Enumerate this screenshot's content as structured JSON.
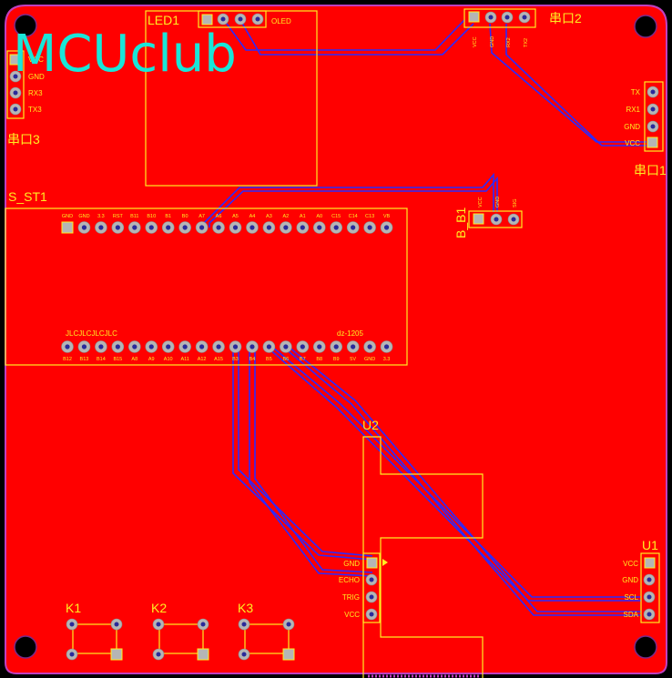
{
  "board": {
    "logo": "MCUclub",
    "colors": {
      "copper": "#ff0000",
      "silkscreen": "#ffee22",
      "trace": "#2a2aff",
      "logo": "#19e6d8"
    }
  },
  "led1": {
    "ref": "LED1",
    "name": "OLED"
  },
  "conn2": {
    "ref": "串口2",
    "pins": [
      "VCC",
      "GND",
      "RX2",
      "TX2"
    ]
  },
  "conn3": {
    "ref": "串口3",
    "pins": [
      "VCC",
      "GND",
      "RX3",
      "TX3"
    ]
  },
  "conn1": {
    "ref": "串口1",
    "pins": [
      "TX",
      "RX1",
      "GND",
      "VCC"
    ]
  },
  "buzzer": {
    "ref": "B_B1",
    "pins": [
      "VCC",
      "GND",
      "SIG"
    ]
  },
  "mcu": {
    "ref": "S_ST1",
    "label_left": "JLCJLCJLCJLC",
    "label_right": "dz-1205",
    "top_pins": [
      "GND",
      "GND",
      "3.3",
      "RST",
      "B11",
      "B10",
      "B1",
      "B0",
      "A7",
      "A6",
      "A5",
      "A4",
      "A3",
      "A2",
      "A1",
      "A0",
      "C15",
      "C14",
      "C13",
      "VB"
    ],
    "bottom_pins": [
      "B12",
      "B13",
      "B14",
      "B15",
      "A8",
      "A9",
      "A10",
      "A11",
      "A12",
      "A15",
      "B3",
      "B4",
      "B5",
      "B6",
      "B7",
      "B8",
      "B9",
      "5V",
      "GND",
      "3.3"
    ]
  },
  "u2": {
    "ref": "U2",
    "pins": [
      "GND",
      "ECHO",
      "TRIG",
      "VCC"
    ]
  },
  "u1": {
    "ref": "U1",
    "pins": [
      "VCC",
      "GND",
      "SCL",
      "SDA"
    ]
  },
  "keys": [
    {
      "ref": "K1"
    },
    {
      "ref": "K2"
    },
    {
      "ref": "K3"
    }
  ]
}
